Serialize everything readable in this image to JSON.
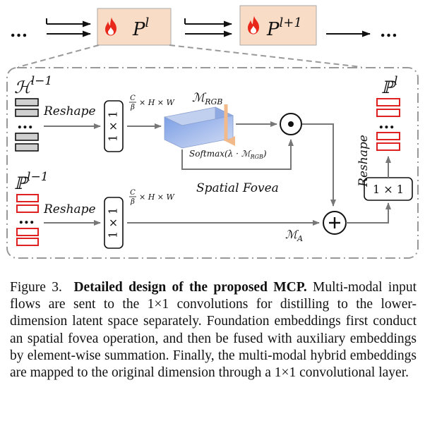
{
  "top_row": {
    "dots_left": "...",
    "dots_right": "...",
    "block_current": {
      "label": "P",
      "superscript": "l"
    },
    "block_next": {
      "label": "P",
      "superscript": "l+1"
    }
  },
  "detail": {
    "input_h": {
      "label": "ℋ",
      "superscript": "l−1"
    },
    "input_p": {
      "label": "ℙ",
      "superscript": "l−1"
    },
    "output_p": {
      "label": "ℙ",
      "superscript": "l"
    },
    "reshape_label": "Reshape",
    "conv_label": "1 × 1",
    "dim_label": "× H × W",
    "dim_frac_num": "C",
    "dim_frac_den": "β",
    "m_rgb": "ℳ",
    "m_rgb_sub": "RGB",
    "softmax": "Softmax(λ · ℳ",
    "softmax_sub": "RGB",
    "softmax_end": ")",
    "spatial_fovea": "Spatial Fovea",
    "m_a": "ℳ",
    "m_a_sub": "A",
    "odot": "•",
    "oplus": "+",
    "dots": "..."
  },
  "caption": {
    "prefix": "Figure 3.",
    "title": "Detailed design of the proposed MCP.",
    "body": "Multi-modal input flows are sent to the 1×1 convolutions for distilling to the lower-dimension latent space separately. Foundation embeddings first conduct an spatial fovea operation, and then be fused with auxiliary embeddings by element-wise summation. Finally, the multi-modal hybrid embeddings are mapped to the original dimension through a 1×1 convolutional layer."
  },
  "colors": {
    "block_fill": "#f8dcc6",
    "fire": "#e8281a",
    "gray_token": "#d0d0d0",
    "red_token": "#e02020",
    "cuboid": "#a9bde8",
    "softmax_arrow": "#f2b98a",
    "dashed": "#999999",
    "arrow": "#777777"
  }
}
